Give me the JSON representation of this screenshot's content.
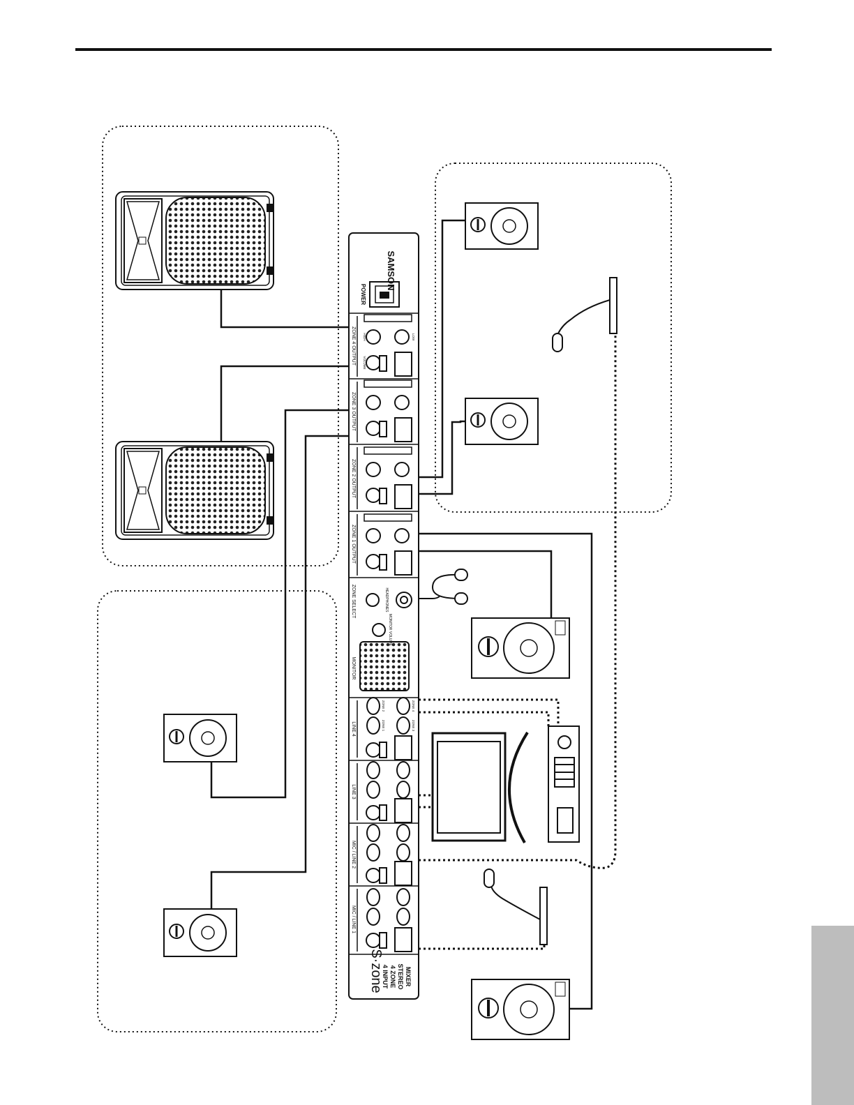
{
  "mixer": {
    "brand": "SAMSON",
    "product_name": "S·zone",
    "product_desc_1": "4 INPUT",
    "product_desc_2": "4 ZONE",
    "product_desc_3": "STEREO",
    "product_desc_4": "MIXER",
    "power_label": "POWER",
    "monitor_label": "MONITOR",
    "monitor_volume_label": "MONITOR VOLUME",
    "zone_select_label": "ZONE SELECT",
    "headphones_label": "HEADPHONES",
    "input_channels": [
      "MIC / LINE 1",
      "MIC / LINE 2",
      "LINE 3",
      "LINE 4"
    ],
    "output_channels": [
      "ZONE 1 OUTPUT",
      "ZONE 2 OUTPUT",
      "ZONE 3 OUTPUT",
      "ZONE 4 OUTPUT"
    ],
    "volume_label": "VOLUME",
    "high_label": "HIGH",
    "low_label": "LOW",
    "zone_buttons": [
      "ZONE 1",
      "ZONE 2",
      "ZONE 3",
      "ZONE 4"
    ]
  },
  "colors": {
    "line": "#111111",
    "panel": "#ffffff",
    "tab": "#bdbdbd"
  }
}
